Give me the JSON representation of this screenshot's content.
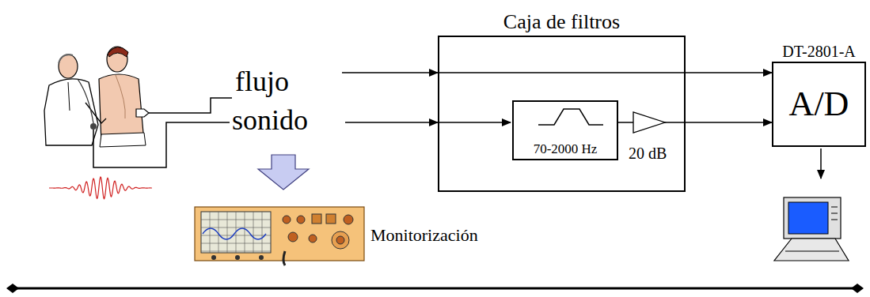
{
  "diagram": {
    "nodes": [
      {
        "text": [
          "Caja de filtros"
        ]
      },
      {
        "text": [
          "70-2000 Hz"
        ],
        "in": 0
      },
      {
        "text": [
          "DT-2801-A",
          "A/D"
        ]
      }
    ],
    "edges": [
      {
        "from": 0,
        "to": 2,
        "arrow": "to"
      },
      {
        "from": 1,
        "to": 2,
        "arrow": "to"
      }
    ],
    "labels": [
      "flujo",
      "sonido",
      "20 dB",
      "Monitorización"
    ]
  }
}
